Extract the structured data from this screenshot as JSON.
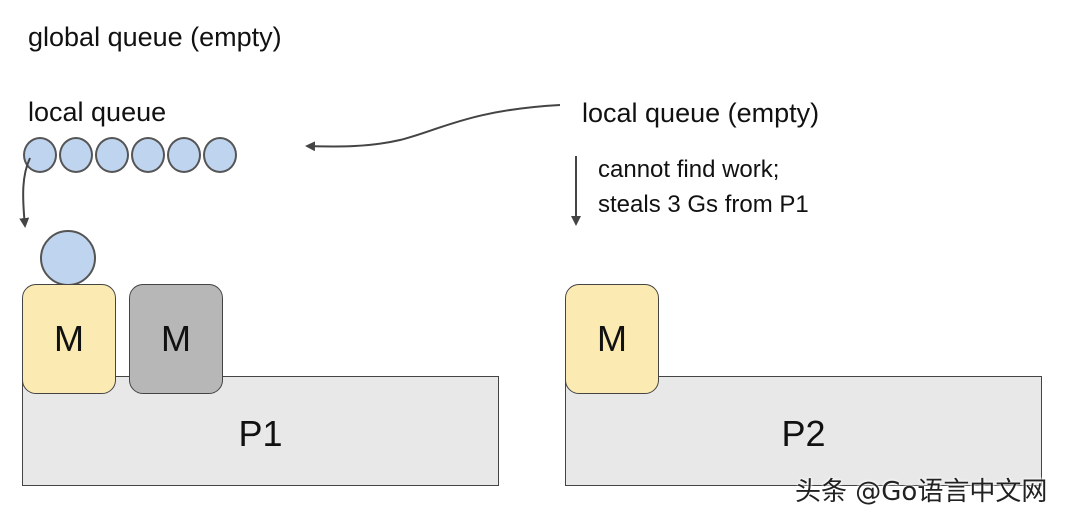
{
  "global_queue": {
    "label": "global queue (empty)"
  },
  "p1": {
    "label": "P1",
    "local_queue_label": "local queue",
    "local_queue_goroutines": 6,
    "running_goroutines": 1,
    "machines": [
      {
        "label": "M",
        "state": "running",
        "color": "#fbeab1"
      },
      {
        "label": "M",
        "state": "idle",
        "color": "#b7b7b7"
      }
    ]
  },
  "p2": {
    "label": "P2",
    "local_queue_label": "local queue (empty)",
    "note_lines": [
      "cannot find work;",
      "steals 3 Gs from P1"
    ],
    "machines": [
      {
        "label": "M",
        "state": "running",
        "color": "#fbeab1"
      }
    ]
  },
  "colors": {
    "goroutine": "#bfd4ee",
    "processor": "#e8e8e8",
    "arrow": "#444444"
  },
  "watermark": "头条 @Go语言中文网"
}
